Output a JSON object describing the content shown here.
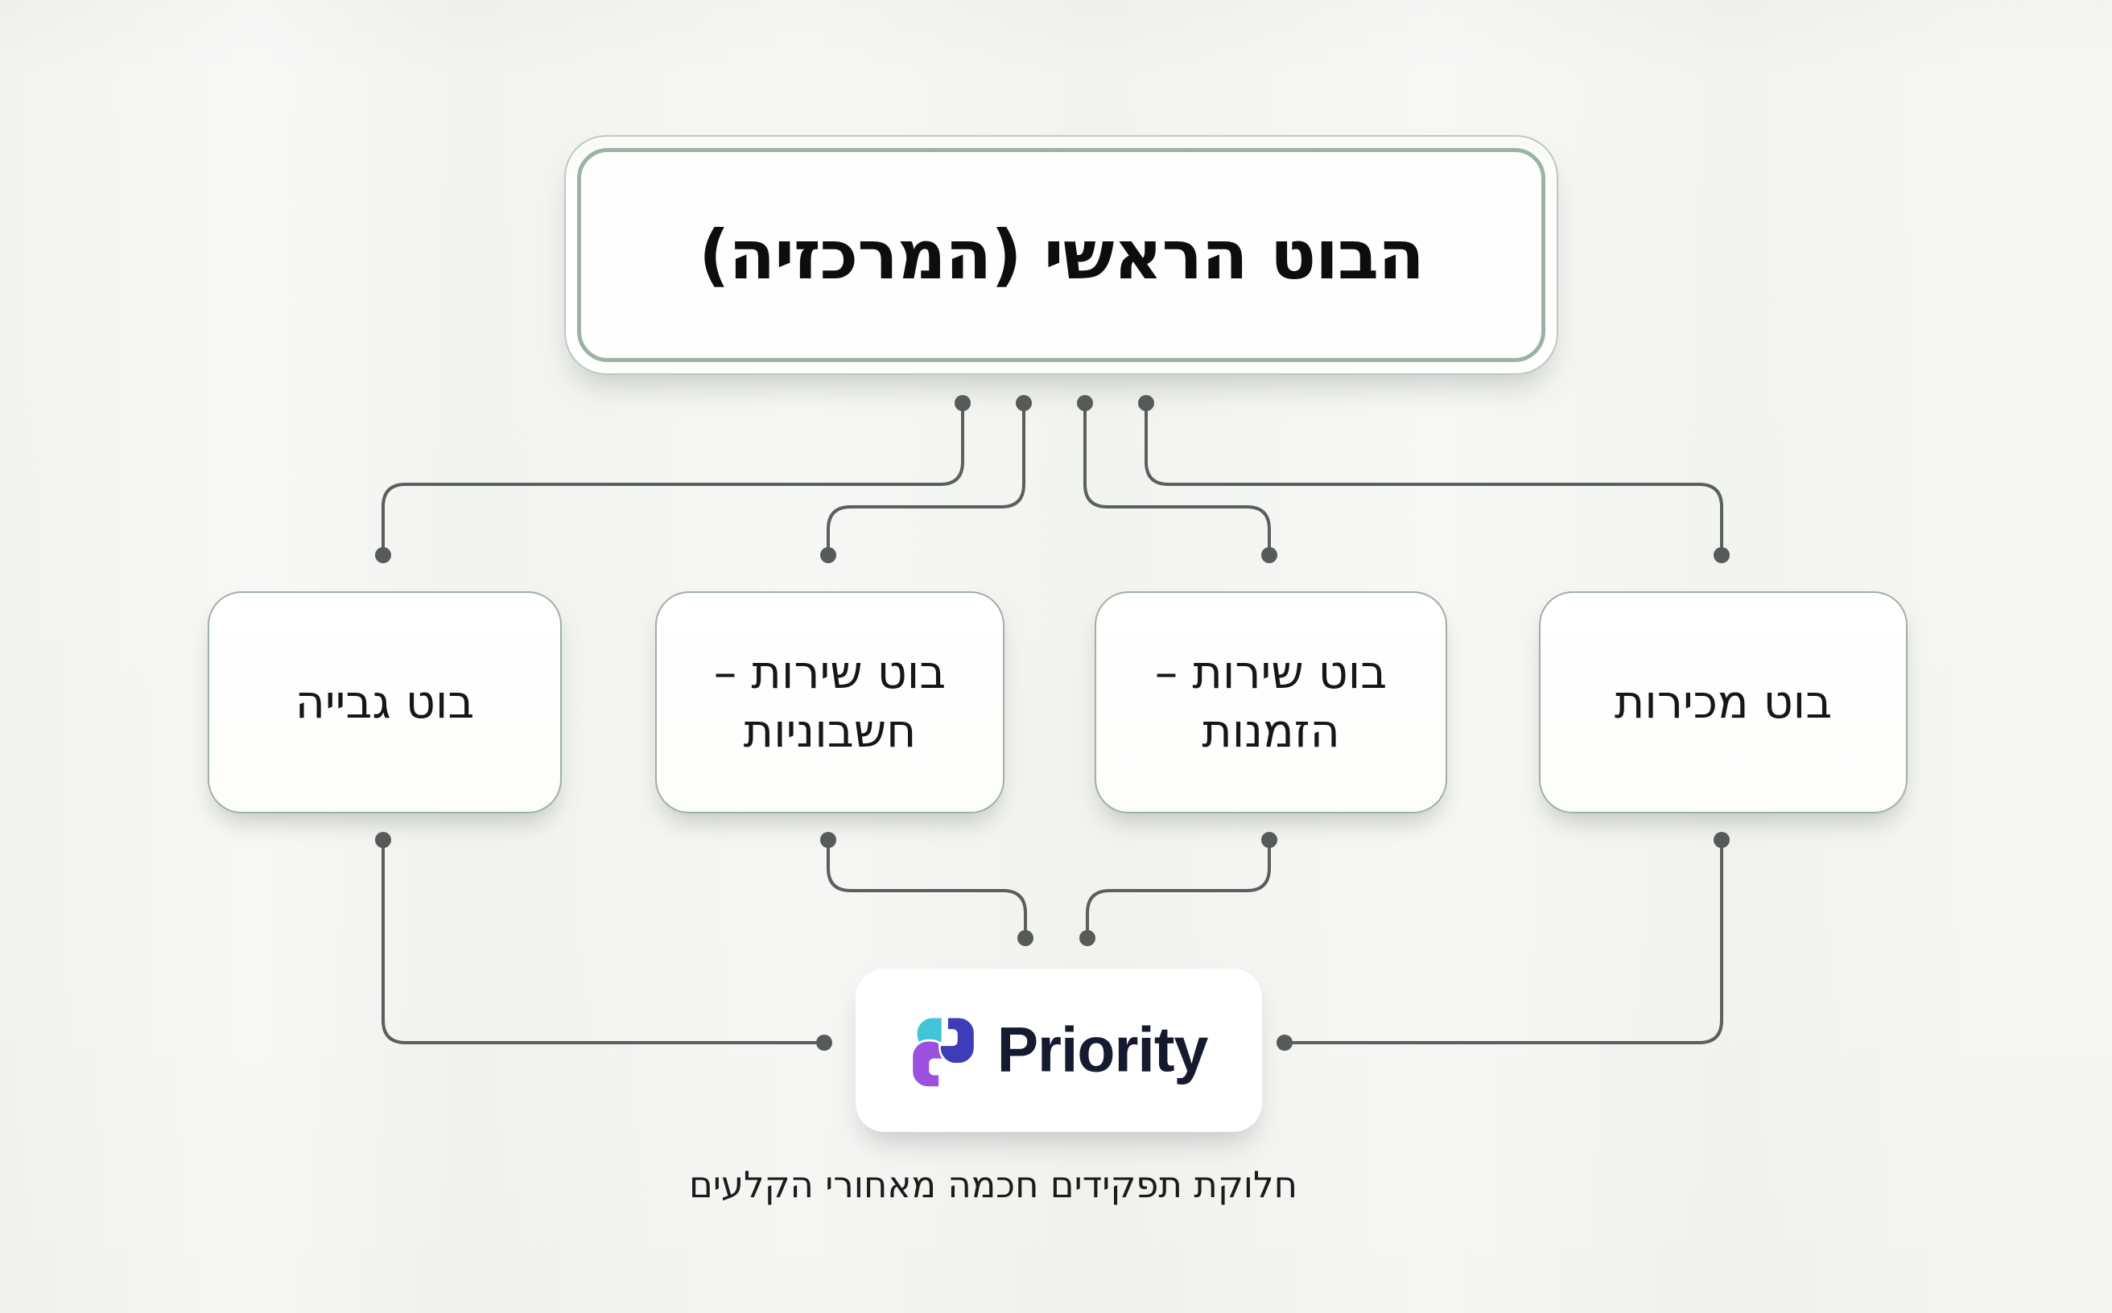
{
  "diagram": {
    "title": "הבוט הראשי (המרכזיה)",
    "children": [
      {
        "label": "בוט גבייה"
      },
      {
        "label": "בוט שירות –\nחשבוניות"
      },
      {
        "label": "בוט שירות –\nהזמנות"
      },
      {
        "label": "בוט מכירות"
      }
    ],
    "hub": {
      "brand": "Priority",
      "logo_icon": "priority-logo-icon"
    },
    "caption": "חלוקת תפקידים חכמה מאחורי הקלעים",
    "colors": {
      "background": "#f2f3ef",
      "root_outer_border": "#bcc8be",
      "root_inner_border": "#9bb3a3",
      "child_border": "#9fb1a2",
      "connector": "#5b5f5d",
      "dot": "#565a58",
      "text": "#141414",
      "brand_text": "#161a2f",
      "logo_cyan": "#43c3d7",
      "logo_indigo": "#3e3cb8",
      "logo_purple": "#9b50e0"
    }
  }
}
